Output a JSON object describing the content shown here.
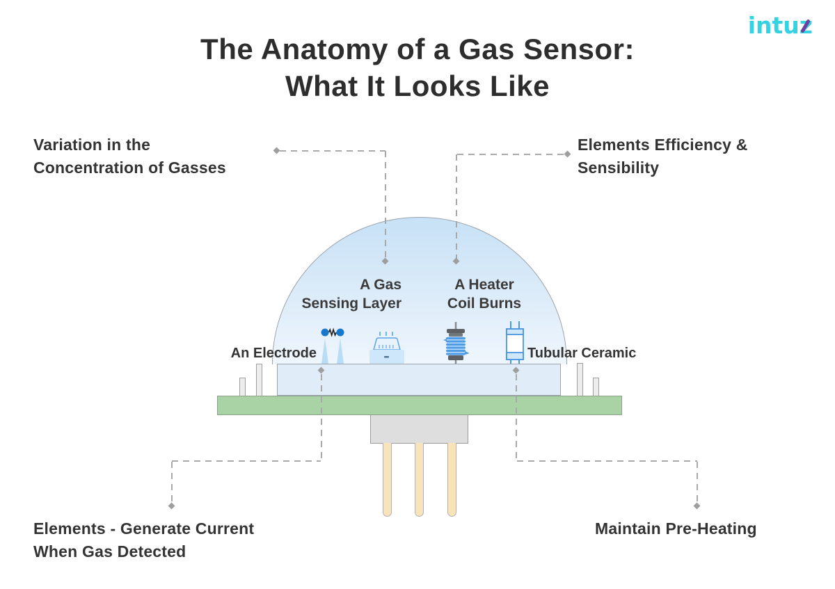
{
  "logo": {
    "text": "intuz"
  },
  "title": {
    "line1": "The Anatomy of a Gas Sensor:",
    "line2": "What It Looks Like"
  },
  "annotations": {
    "top_left": {
      "line1": "Variation in the",
      "line2": "Concentration of Gasses"
    },
    "top_right": {
      "line1": "Elements Efficiency &",
      "line2": "Sensibility"
    },
    "bottom_left": {
      "line1": "Elements - Generate Current",
      "line2": "When Gas Detected"
    },
    "bottom_right": {
      "line1": "Maintain Pre-Heating"
    }
  },
  "diagram": {
    "part_labels": {
      "gas_sensing_layer": {
        "line1": "A Gas",
        "line2": "Sensing Layer"
      },
      "heater_coil": {
        "line1": "A Heater",
        "line2": "Coil Burns"
      },
      "electrode": "An Electrode",
      "tubular_ceramic": "Tubular Ceramic"
    },
    "icons": [
      "electrode-icon",
      "sensing-layer-icon",
      "heater-coil-icon",
      "tubular-ceramic-icon",
      "diamond-arrow-marker"
    ]
  },
  "colors": {
    "title_text": "#2d2d2d",
    "label_text": "#333333",
    "connector": "#a9a9a9",
    "dome_top": "#c7e1f6",
    "dome_bottom": "#eff6fd",
    "band_fill": "#e0edf9",
    "plate_green": "#a9d3a4",
    "stem_gray": "#dedede",
    "leg_tan": "#f8e3ba",
    "pin_gray": "#ededed",
    "icon_blue": "#4a96e0",
    "icon_blue_light": "#cfe7fa",
    "icon_dark": "#5d6166",
    "electrode_dot_blue": "#1878cc",
    "logo_cyan": "#35d2e2",
    "logo_purple": "#6d3f9e"
  }
}
